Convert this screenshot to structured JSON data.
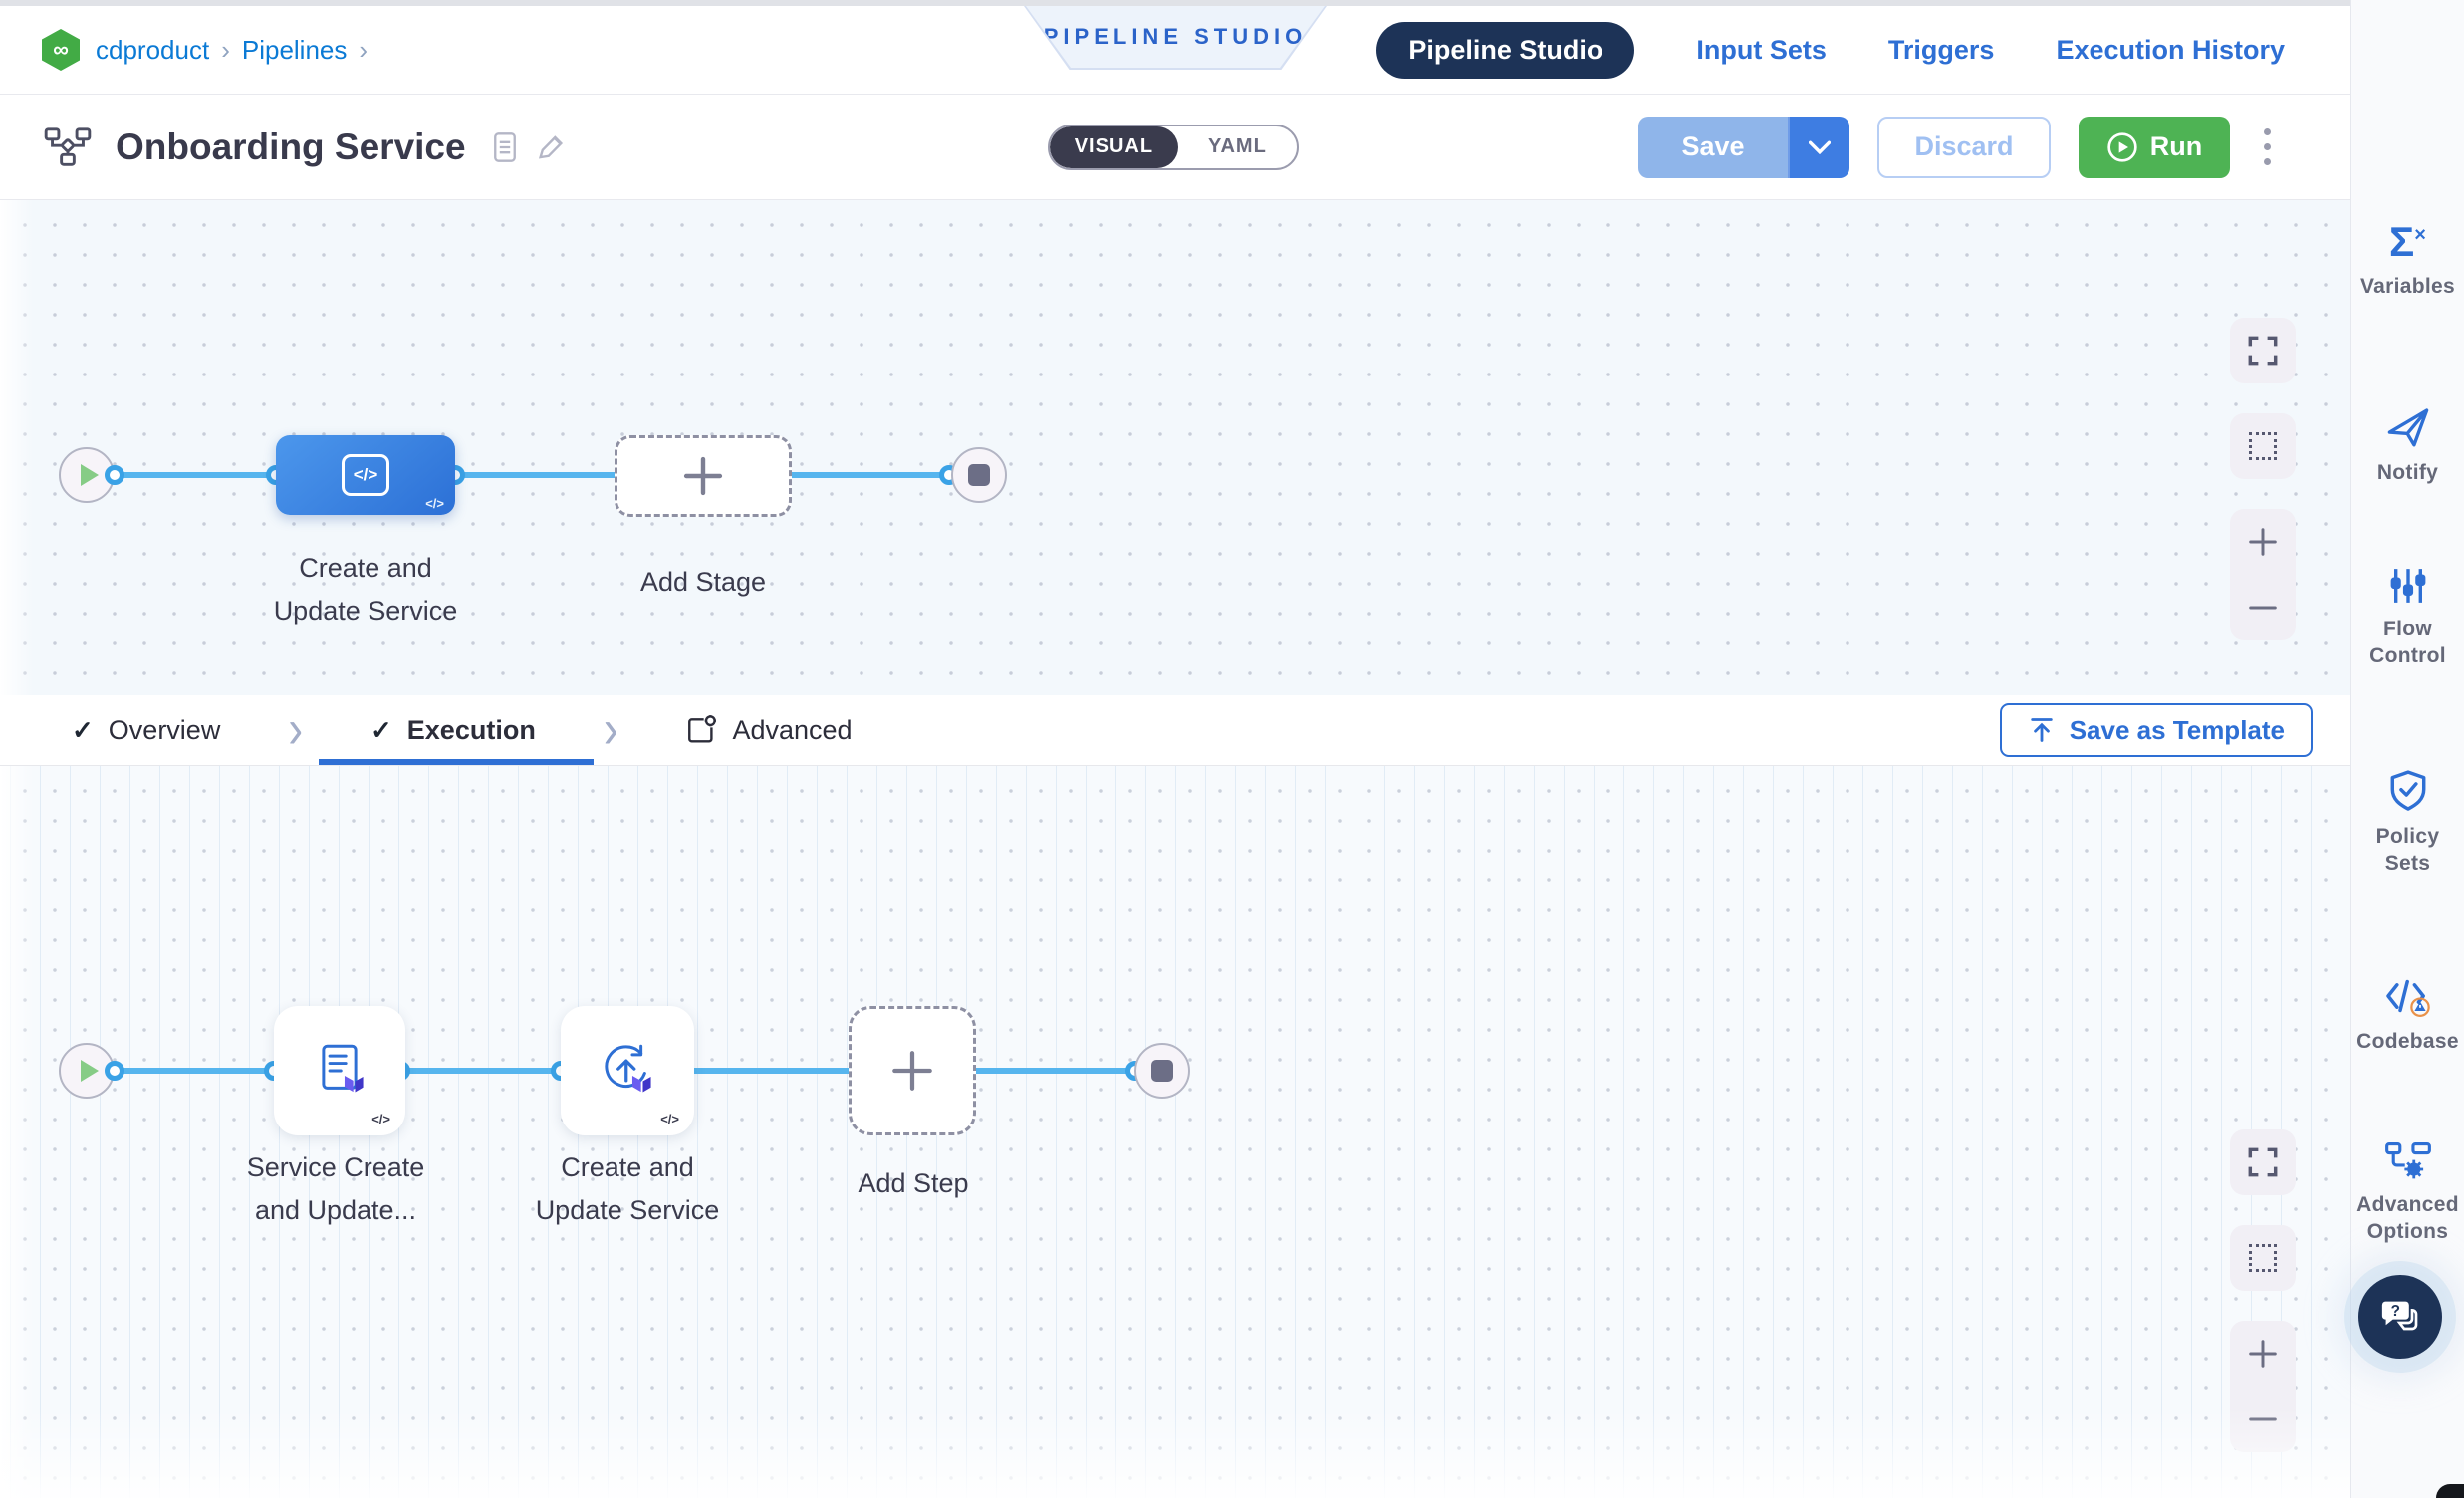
{
  "chrome": {
    "breadcrumb": {
      "account": "cdproduct",
      "section": "Pipelines"
    },
    "banner": "PIPELINE STUDIO",
    "nav": [
      {
        "label": "Pipeline Studio",
        "active": true
      },
      {
        "label": "Input Sets"
      },
      {
        "label": "Triggers"
      },
      {
        "label": "Execution History"
      }
    ]
  },
  "header": {
    "title": "Onboarding Service",
    "toggle": {
      "visual": "VISUAL",
      "yaml": "YAML"
    },
    "save": "Save",
    "discard": "Discard",
    "run": "Run"
  },
  "tabs": {
    "overview": "Overview",
    "execution": "Execution",
    "advanced": "Advanced",
    "save_as_template": "Save as Template"
  },
  "stage_canvas": {
    "stage_label": "Create and\nUpdate Service",
    "add_stage_label": "Add Stage",
    "code_badge": "</>",
    "stage_icon": "cd-service-icon"
  },
  "step_canvas": {
    "step1_label": "Service Create\nand Update...",
    "step2_label": "Create and\nUpdate Service",
    "add_step_label": "Add Step",
    "code_badge1": "</>",
    "code_badge2": "</>",
    "step1_icon": "terraform-document-icon",
    "step2_icon": "terraform-apply-icon"
  },
  "sidebar": {
    "items": [
      {
        "label": "Variables",
        "icon": "sigma-x-icon"
      },
      {
        "label": "Notify",
        "icon": "paper-plane-icon"
      },
      {
        "label": "Flow\nControl",
        "icon": "sliders-icon"
      },
      {
        "label": "Policy\nSets",
        "icon": "shield-check-icon"
      },
      {
        "label": "Codebase",
        "icon": "code-warning-icon"
      },
      {
        "label": "Advanced\nOptions",
        "icon": "flowchart-gear-icon"
      }
    ]
  },
  "colors": {
    "link_blue": "#0b7ad5",
    "accent_blue": "#2e6fd4",
    "navy": "#1d3357",
    "run_green": "#4eb354",
    "connector_blue": "#56b5ee",
    "stage_gradient_start": "#4c97ec",
    "stage_gradient_end": "#2c70d6"
  }
}
